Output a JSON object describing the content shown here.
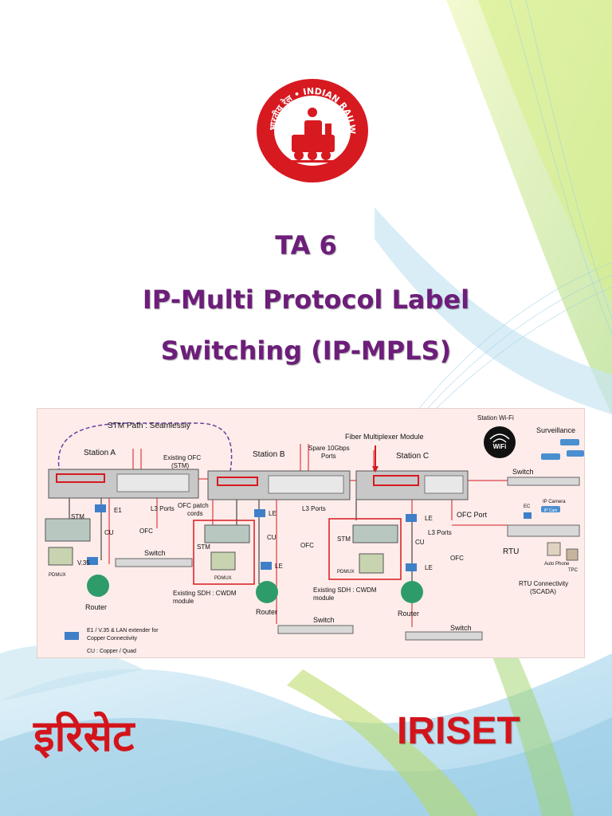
{
  "logo": {
    "text": "भारतीय रेल • INDIAN RAILWAYS",
    "colors": {
      "ring": "#d71920",
      "inner": "#ffffff"
    }
  },
  "title": {
    "code": "TA 6",
    "line1": "IP-Multi Protocol Label",
    "line2": "Switching (IP-MPLS)"
  },
  "diagram": {
    "stm_path": "STM Path : Seamlessly",
    "station_a": "Station A",
    "station_b": "Station B",
    "station_c": "Station C",
    "existing_ofc": "Existing OFC",
    "existing_ofc_stm": "(STM)",
    "spare_ports_1": "Spare 10Gbps",
    "spare_ports_2": "Ports",
    "fiber_mux": "Fiber Multiplexer Module",
    "station_wifi": "Station Wi-Fi",
    "wifi_badge": "WiFi",
    "surveillance": "Surveillance",
    "switch_c": "Switch",
    "ip_camera": "IP Camera",
    "ec": "EC",
    "ofc_port": "OFC Port",
    "l3_ports_a": "L3 Ports",
    "l3_ports_b": "L3 Ports",
    "l3_ports_c": "L3 Ports",
    "ofc_patch_1": "OFC patch",
    "ofc_patch_2": "cords",
    "stm_a": "STM",
    "e1": "E1",
    "cu_a": "CU",
    "ofc_a": "OFC",
    "switch_a": "Switch",
    "v35": "V.35",
    "pdmux_a": "PDMUX",
    "router_a": "Router",
    "stm_b": "STM",
    "pdmux_b": "PDMUX",
    "le_b1": "LE",
    "cu_b": "CU",
    "le_b2": "LE",
    "ofc_b": "OFC",
    "router_b": "Router",
    "existing_sdh_b1": "Existing SDH : CWDM",
    "existing_sdh_b2": "module",
    "switch_b": "Switch",
    "stm_c": "STM",
    "pdmux_c": "PDMUX",
    "le_c1": "LE",
    "cu_c": "CU",
    "le_c2": "LE",
    "ofc_c": "OFC",
    "router_c": "Router",
    "existing_sdh_c1": "Existing SDH : CWDM",
    "existing_sdh_c2": "module",
    "switch_d": "Switch",
    "rtu": "RTU",
    "auto_phone": "Auto Phone",
    "tpc": "TPC",
    "rtu_conn_1": "RTU Connectivity",
    "rtu_conn_2": "(SCADA)",
    "legend_box": "E1 / V.35 & LAN extender for",
    "legend_box_2": "Copper Connectivity",
    "legend_cu": "CU : Copper / Quad",
    "cam_label": "IP Cam"
  },
  "footer": {
    "hindi": "इरिसेट",
    "english": "IRISET"
  }
}
